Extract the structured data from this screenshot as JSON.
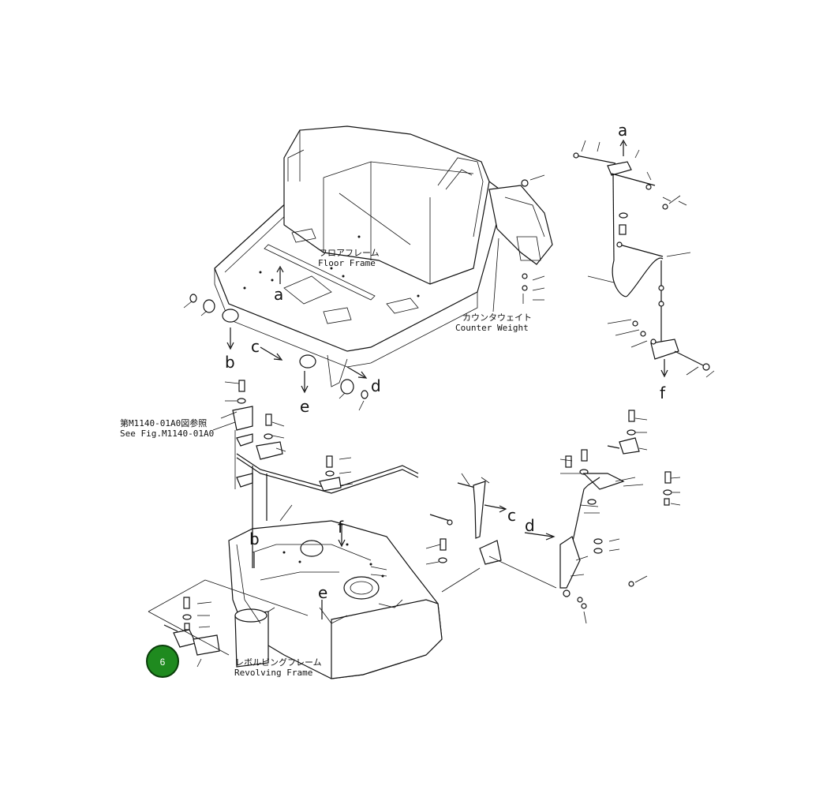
{
  "labels": {
    "floor_frame_jp": "フロアフレーム",
    "floor_frame_en": "Floor Frame",
    "counter_weight_jp": "カウンタウェイト",
    "counter_weight_en": "Counter Weight",
    "see_fig_jp": "第M1140-01A0図参照",
    "see_fig_en": "See Fig.M1140-01A0",
    "revolving_frame_jp": "レボルビングフレーム",
    "revolving_frame_en": "Revolving Frame"
  },
  "refs": {
    "a_top": "a",
    "a_floor": "a",
    "b_floor": "b",
    "b_lower": "b",
    "c_floor": "c",
    "c_lower": "c",
    "d_floor": "d",
    "d_lower": "d",
    "e_floor": "e",
    "e_lower": "e",
    "f_right": "f",
    "f_lower": "f"
  },
  "badge": {
    "number": "6",
    "color": "#1f8a1f"
  }
}
